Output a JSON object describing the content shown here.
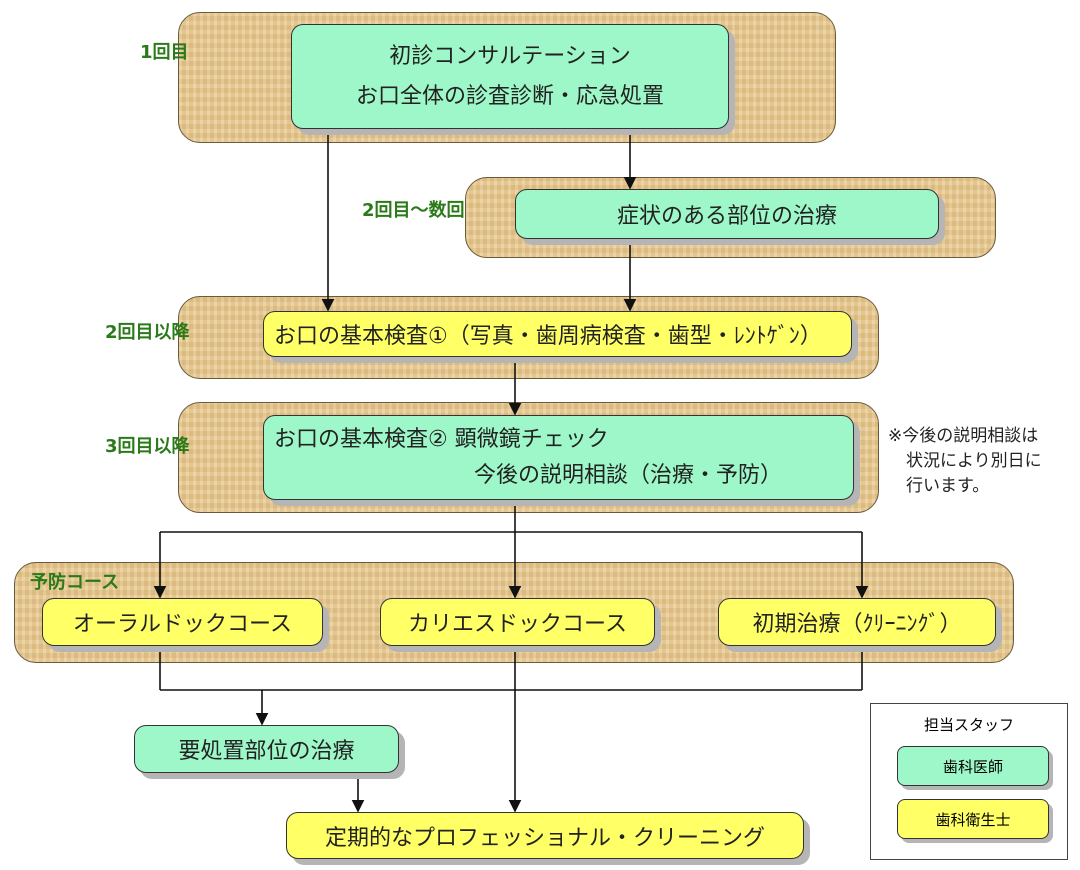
{
  "colors": {
    "dentist": "#9ef7c8",
    "hygienist": "#ffff66",
    "band": "#e6c88e",
    "label": "#2a7a1a"
  },
  "stages": {
    "s1": {
      "label": "1回目",
      "lines": [
        "初診コンサルテーション",
        "お口全体の診査診断・応急処置"
      ]
    },
    "s2": {
      "label": "2回目～数回",
      "text": "症状のある部位の治療"
    },
    "s3": {
      "label": "2回目以降",
      "text": "お口の基本検査①（写真・歯周病検査・歯型・ﾚﾝﾄｹﾞﾝ）"
    },
    "s4": {
      "label": "3回目以降",
      "lines": [
        "お口の基本検査②  顕微鏡チェック",
        "今後の説明相談（治療・予防）"
      ]
    },
    "s5": {
      "label": "予防コース",
      "courses": [
        "オーラルドックコース",
        "カリエスドックコース",
        "初期治療（ｸﾘｰﾆﾝｸﾞ）"
      ]
    },
    "s6": {
      "text": "要処置部位の治療"
    },
    "s7": {
      "text": "定期的なプロフェッショナル・クリーニング"
    }
  },
  "note": [
    "※今後の説明相談は",
    "状況により別日に",
    "行います。"
  ],
  "legend": {
    "title": "担当スタッフ",
    "items": [
      "歯科医師",
      "歯科衛生士"
    ]
  }
}
